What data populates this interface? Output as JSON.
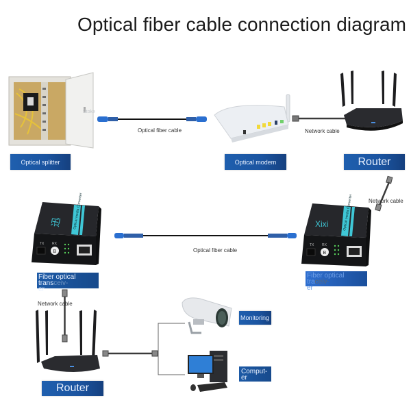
{
  "title": "Optical fiber cable connection diagram",
  "nodes": {
    "splitter": {
      "label": "Optical splitter",
      "watermark": "Stoke"
    },
    "modem": {
      "label": "Optical modem"
    },
    "router_top": {
      "label": "Router"
    },
    "transceiver_left": {
      "label_line1": "Fiber optical trans",
      "label_faded": "ceiv-",
      "label_line2": "er",
      "front": {
        "tx": "TX",
        "rx": "RX",
        "rx_port": "B",
        "side_text": "Optical media Converter"
      }
    },
    "transceiver_right": {
      "label_line1": "Fiber optical tra",
      "label_faded": "ceiv-",
      "label_line2": "er",
      "brand": "Xixi",
      "front": {
        "tx": "TX",
        "rx": "RX",
        "rx_port": "B",
        "side_text": "Optical media Converter"
      }
    },
    "router_bottom": {
      "label": "Router"
    },
    "monitoring": {
      "label": "Monitoring"
    },
    "computer": {
      "label_line1": "Comput-",
      "label_line2": "er"
    }
  },
  "connections": [
    {
      "from": "Optical splitter",
      "to": "Optical modem",
      "label": "Optical fiber cable"
    },
    {
      "from": "Optical modem",
      "to": "Router",
      "label": "Network cable"
    },
    {
      "from": "Router",
      "to": "Fiber optical transceiver (right)",
      "label": "Network cable"
    },
    {
      "from": "Fiber optical transceiver (left)",
      "to": "Fiber optical transceiver (right)",
      "label": "Optical fiber cable"
    },
    {
      "from": "Fiber optical transceiver (left)",
      "to": "Router (bottom)",
      "label": "Network cable"
    },
    {
      "from": "Router (bottom)",
      "to": "Monitoring / Computer",
      "label": ""
    }
  ],
  "colors": {
    "badge": "#1d5aa6",
    "fiber_connector": "#2a6fd0",
    "device_dark": "#1e1f22",
    "accent_teal": "#3fc7d6"
  }
}
